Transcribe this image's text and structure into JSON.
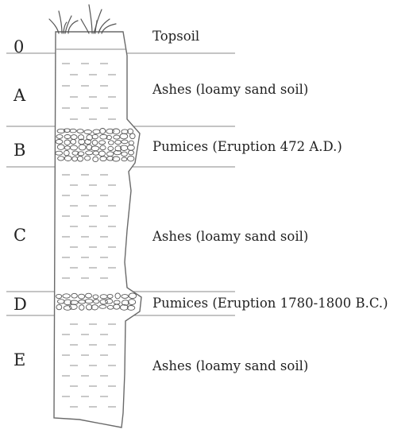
{
  "layers": [
    {
      "id": "0",
      "letter": "0",
      "description": "Topsoil"
    },
    {
      "id": "A",
      "letter": "A",
      "description": "Ashes (loamy sand soil)"
    },
    {
      "id": "B",
      "letter": "B",
      "description": "Pumices (Eruption 472 A.D.)"
    },
    {
      "id": "C",
      "letter": "C",
      "description": "Ashes (loamy sand soil)"
    },
    {
      "id": "D",
      "letter": "D",
      "description": "Pumices (Eruption 1780-1800 B.C.)"
    },
    {
      "id": "E",
      "letter": "E",
      "description": "Ashes (loamy sand soil)"
    }
  ],
  "colors": {
    "line": "#7a7a7a",
    "outline": "#6a6a6a",
    "dash": "#9a9a9a",
    "pebble": "#555555",
    "text": "#222222"
  }
}
